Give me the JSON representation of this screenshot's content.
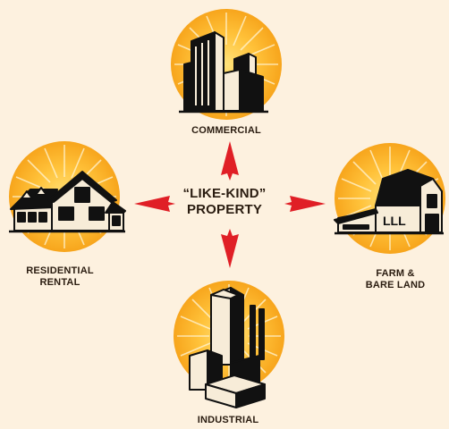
{
  "center": {
    "line1": "“LIKE-KIND”",
    "line2": "PROPERTY"
  },
  "categories": [
    {
      "id": "commercial",
      "icon": "office-buildings-icon",
      "lines": [
        "COMMERCIAL"
      ]
    },
    {
      "id": "residential",
      "icon": "house-icon",
      "lines": [
        "RESIDENTIAL",
        "RENTAL"
      ]
    },
    {
      "id": "farm",
      "icon": "barn-icon",
      "lines": [
        "FARM &",
        "BARE LAND"
      ]
    },
    {
      "id": "industrial",
      "icon": "factory-icon",
      "lines": [
        "INDUSTRIAL"
      ]
    }
  ],
  "colors": {
    "background": "#fdf1df",
    "sun_center": "#ffc23a",
    "sun_edge": "#f7a51c",
    "arrow": "#e01f26",
    "ink": "#111111",
    "building_fill": "#f7ecd8"
  }
}
